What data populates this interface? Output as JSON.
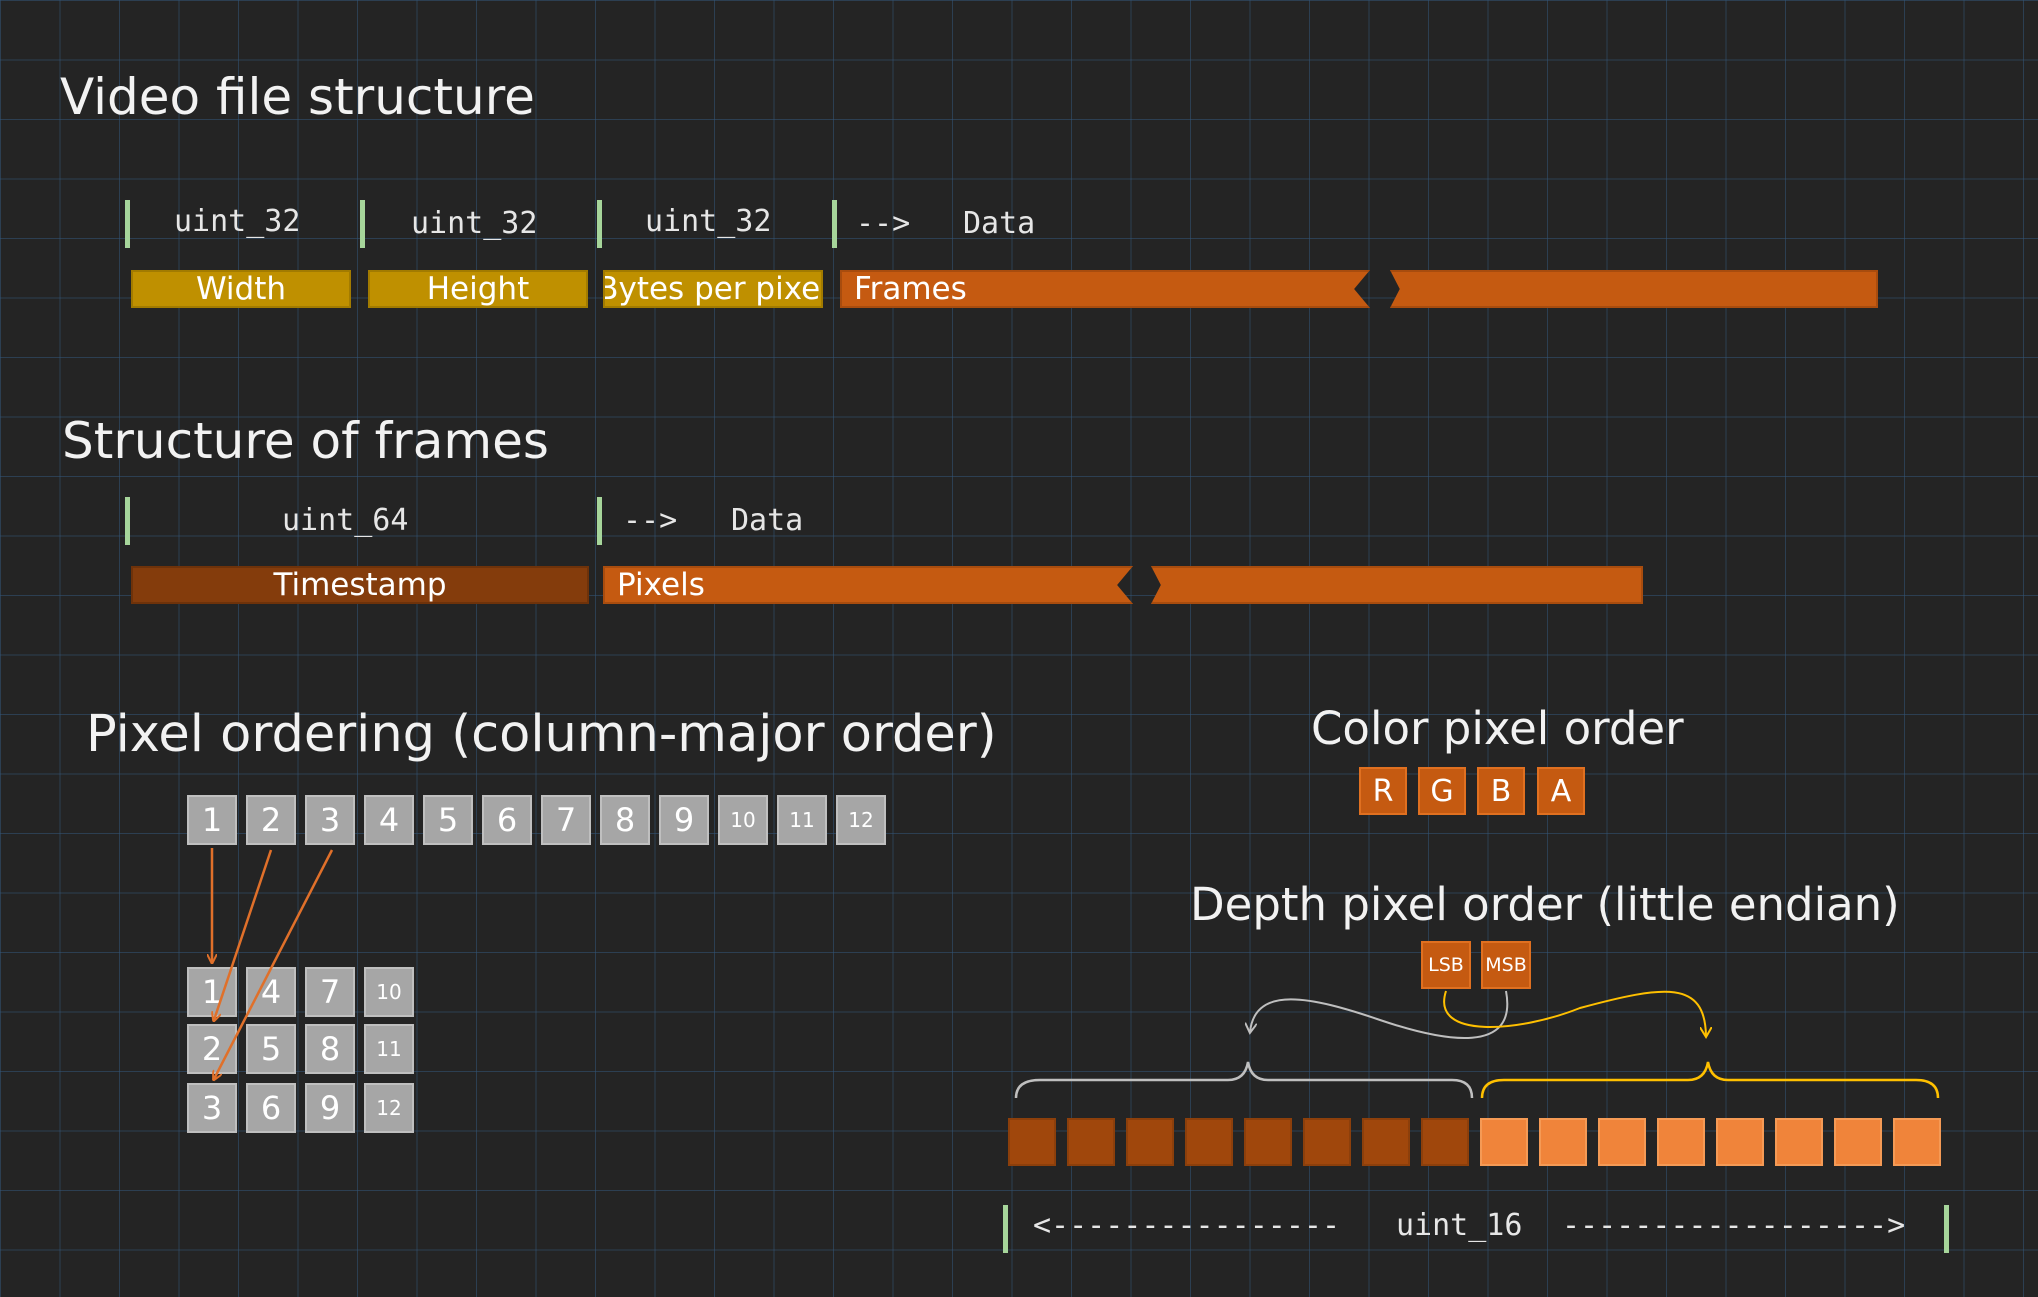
{
  "video_section": {
    "title": "Video file structure",
    "type_labels": [
      "uint_32",
      "uint_32",
      "uint_32"
    ],
    "arrow_label": "-->",
    "data_label": "Data",
    "fields": [
      "Width",
      "Height",
      "Bytes per pixel",
      "Frames"
    ]
  },
  "frames_section": {
    "title": "Structure of frames",
    "type_label": "uint_64",
    "arrow_label": "-->",
    "data_label": "Data",
    "fields": [
      "Timestamp",
      "Pixels"
    ]
  },
  "pixel_ordering": {
    "title": "Pixel ordering (column-major order)",
    "row": [
      "1",
      "2",
      "3",
      "4",
      "5",
      "6",
      "7",
      "8",
      "9",
      "10",
      "11",
      "12"
    ],
    "grid": [
      [
        "1",
        "4",
        "7",
        "10"
      ],
      [
        "2",
        "5",
        "8",
        "11"
      ],
      [
        "3",
        "6",
        "9",
        "12"
      ]
    ],
    "arrow_color": "#e0702a"
  },
  "color_order": {
    "title": "Color pixel order",
    "channels": [
      "R",
      "G",
      "B",
      "A"
    ]
  },
  "depth_order": {
    "title": "Depth pixel order (little endian)",
    "bytes": [
      "LSB",
      "MSB"
    ],
    "left_dashes": "<----------------",
    "type_label": "uint_16",
    "right_dashes": "------------------>",
    "lsb_color": "#a0470c",
    "msb_color": "#f0843a",
    "lsb_brace_color": "#bfbfbf",
    "msb_brace_color": "#ffc000"
  },
  "colors": {
    "background": "#242424",
    "grid": "#345678",
    "tick": "#a6d59a",
    "yellow": "#bf9000",
    "orange": "#c55a11",
    "brown": "#843c0c",
    "cell_gray": "#a6a6a6"
  }
}
